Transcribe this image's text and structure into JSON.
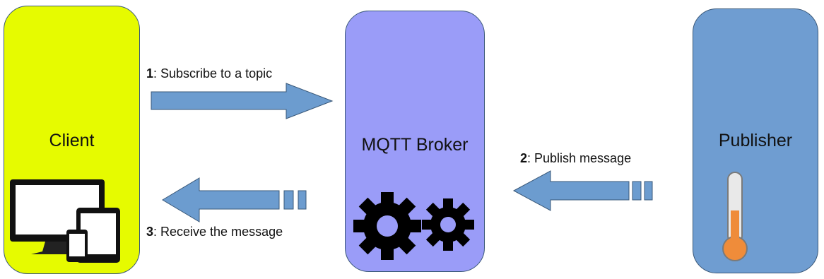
{
  "colors": {
    "client_fill": "#e6fb00",
    "broker_fill": "#9a9cf8",
    "publisher_fill": "#6f9dd1",
    "arrow_fill": "#6c9ccf",
    "box_stroke": "#3a5878"
  },
  "client": {
    "label": "Client",
    "icon": "devices-icon"
  },
  "broker": {
    "label": "MQTT Broker",
    "icon": "gears-icon"
  },
  "publisher": {
    "label": "Publisher",
    "icon": "thermometer-icon"
  },
  "steps": [
    {
      "number": "1",
      "text": ": Subscribe to a topic",
      "direction": "right"
    },
    {
      "number": "2",
      "text": ": Publish message",
      "direction": "left"
    },
    {
      "number": "3",
      "text": ": Receive the message",
      "direction": "left"
    }
  ]
}
